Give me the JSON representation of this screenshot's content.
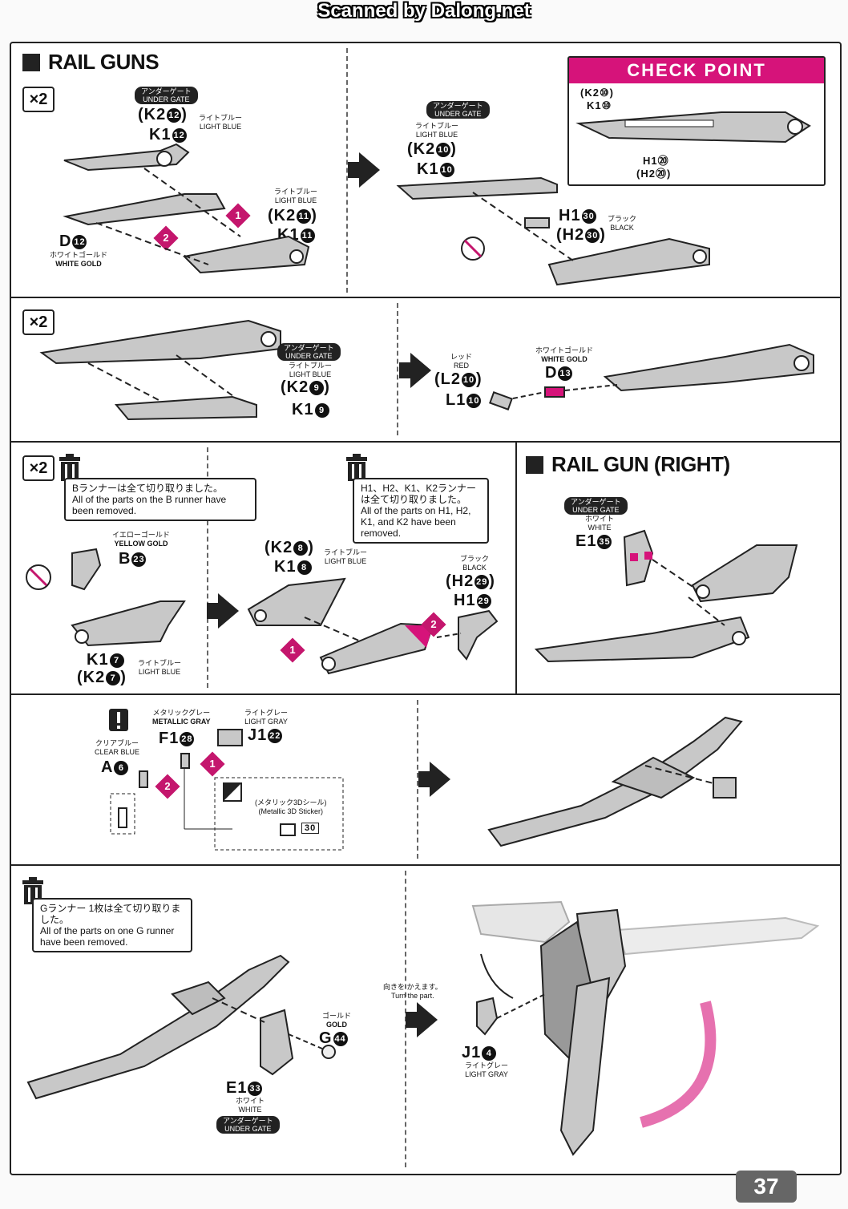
{
  "header": {
    "scan_credit": "Scanned by Dalong.net"
  },
  "check_point": {
    "title": "CHECK POINT",
    "labels": [
      "(K2⑩)",
      "K1⑩",
      "H1⑳",
      "(H2⑳)"
    ]
  },
  "sections": {
    "rail_guns": {
      "title": "RAIL GUNS",
      "multiplier": "×2"
    },
    "rail_gun_right": {
      "title": "RAIL GUN (RIGHT)"
    }
  },
  "steps": {
    "s1": {
      "gate_jp": "アンダーゲート",
      "gate_en": "UNDER GATE",
      "part_a": "(K2",
      "part_a_n": "12",
      "part_b": "K1",
      "part_b_n": "12",
      "color_a_jp": "ライトブルー",
      "color_a_en": "LIGHT BLUE",
      "part_c": "(K2",
      "part_c_n": "11",
      "part_d": "K1",
      "part_d_n": "11",
      "color_c_jp": "ライトブルー",
      "color_c_en": "LIGHT BLUE",
      "part_e": "D",
      "part_e_n": "12",
      "color_e_jp": "ホワイトゴールド",
      "color_e_en": "WHITE GOLD",
      "step1": "1",
      "step2": "2"
    },
    "s2": {
      "gate_jp": "アンダーゲート",
      "gate_en": "UNDER GATE",
      "color_jp": "ライトブルー",
      "color_en": "LIGHT BLUE",
      "part_a": "(K2",
      "part_a_n": "10",
      "part_b": "K1",
      "part_b_n": "10",
      "part_c": "H1",
      "part_c_n": "30",
      "part_d": "(H2",
      "part_d_n": "30",
      "color_c_jp": "ブラック",
      "color_c_en": "BLACK"
    },
    "s3": {
      "multiplier": "×2",
      "gate_jp": "アンダーゲート",
      "gate_en": "UNDER GATE",
      "color_jp": "ライトブルー",
      "color_en": "LIGHT BLUE",
      "part_a": "(K2",
      "part_a_n": "9",
      "part_b": "K1",
      "part_b_n": "9"
    },
    "s4": {
      "color_a_jp": "レッド",
      "color_a_en": "RED",
      "part_a": "(L2",
      "part_a_n": "10",
      "part_b": "L1",
      "part_b_n": "10",
      "color_b_jp": "ホワイトゴールド",
      "color_b_en": "WHITE GOLD",
      "part_c": "D",
      "part_c_n": "13"
    },
    "s5": {
      "multiplier": "×2",
      "note_jp": "Bランナーは全て切り取りました。",
      "note_en": "All of the parts on the B runner have been removed.",
      "color_a_jp": "イエローゴールド",
      "color_a_en": "YELLOW GOLD",
      "part_a": "B",
      "part_a_n": "23",
      "part_b": "K1",
      "part_b_n": "7",
      "part_c": "(K2",
      "part_c_n": "7",
      "color_b_jp": "ライトブルー",
      "color_b_en": "LIGHT BLUE"
    },
    "s6": {
      "note_jp": "H1、H2、K1、K2ランナーは全て切り取りました。",
      "note_en": "All of the parts on H1, H2, K1, and K2 have been removed.",
      "part_a": "(K2",
      "part_a_n": "8",
      "part_b": "K1",
      "part_b_n": "8",
      "color_a_jp": "ライトブルー",
      "color_a_en": "LIGHT BLUE",
      "color_b_jp": "ブラック",
      "color_b_en": "BLACK",
      "part_c": "(H2",
      "part_c_n": "29",
      "part_d": "H1",
      "part_d_n": "29",
      "step1": "1",
      "step2": "2"
    },
    "s7": {
      "gate_jp": "アンダーゲート",
      "gate_en": "UNDER GATE",
      "color_jp": "ホワイト",
      "color_en": "WHITE",
      "part_a": "E1",
      "part_a_n": "35"
    },
    "s8": {
      "color_a_jp": "メタリックグレー",
      "color_a_en": "METALLIC GRAY",
      "part_a": "F1",
      "part_a_n": "28",
      "color_b_jp": "ライトグレー",
      "color_b_en": "LIGHT GRAY",
      "part_b": "J1",
      "part_b_n": "22",
      "color_c_jp": "クリアブルー",
      "color_c_en": "CLEAR BLUE",
      "part_c": "A",
      "part_c_n": "6",
      "sticker_jp": "(メタリック3Dシール)",
      "sticker_en": "(Metallic 3D Sticker)",
      "sticker_no": "30",
      "step1": "1",
      "step2": "2"
    },
    "s9": {
      "note_jp": "Gランナー 1枚は全て切り取りました。",
      "note_en": "All of the parts on one G runner have been removed.",
      "color_a_jp": "ゴールド",
      "color_a_en": "GOLD",
      "part_a": "G",
      "part_a_n": "44",
      "part_b": "E1",
      "part_b_n": "33",
      "color_b_jp": "ホワイト",
      "color_b_en": "WHITE",
      "gate_jp": "アンダーゲート",
      "gate_en": "UNDER GATE"
    },
    "s10": {
      "turn_jp": "向きを かえます。",
      "turn_en": "Turn the part.",
      "part_a": "J1",
      "part_a_n": "4",
      "color_jp": "ライトグレー",
      "color_en": "LIGHT GRAY"
    }
  },
  "footer": {
    "page_number": "37"
  },
  "colors": {
    "accent": "#d6137a",
    "ink": "#222222",
    "part_gray": "#c8c8c8"
  }
}
